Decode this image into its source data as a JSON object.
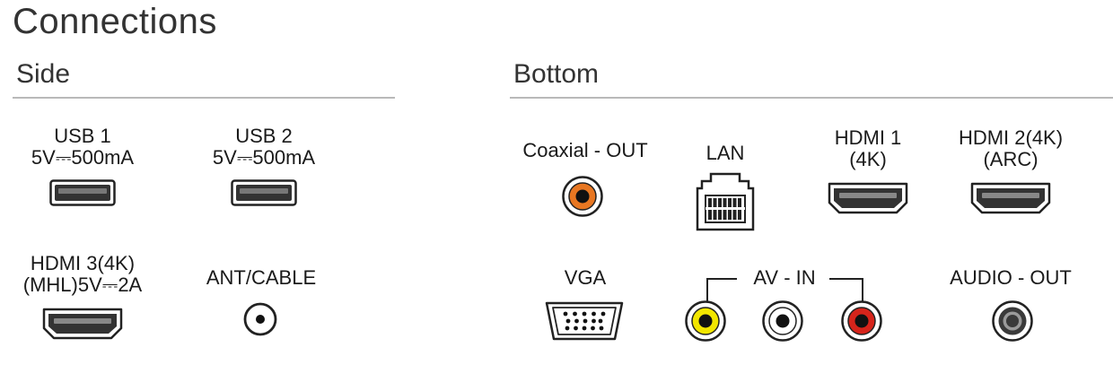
{
  "title": "Connections",
  "sections": {
    "side": "Side",
    "bottom": "Bottom"
  },
  "ports": {
    "usb1": {
      "name": "USB 1",
      "spec": "5V⎓500mA"
    },
    "usb2": {
      "name": "USB 2",
      "spec": "5V⎓500mA"
    },
    "hdmi3": {
      "name": "HDMI 3(4K)",
      "spec": "(MHL)5V⎓2A"
    },
    "ant": {
      "name": "ANT/CABLE"
    },
    "coaxial": {
      "name": "Coaxial - OUT"
    },
    "lan": {
      "name": "LAN"
    },
    "hdmi1": {
      "name": "HDMI 1",
      "spec": "(4K)"
    },
    "hdmi2": {
      "name": "HDMI 2(4K)",
      "spec": "(ARC)"
    },
    "vga": {
      "name": "VGA"
    },
    "avin": {
      "name": "AV - IN"
    },
    "audio": {
      "name": "AUDIO - OUT"
    }
  },
  "colors": {
    "coaxial": "#e87722",
    "video": "#f2e600",
    "audio_left": "#ffffff",
    "audio_right": "#d6241b",
    "rule": "#b9b9b9"
  },
  "icons": {
    "usb": "usb-port-icon",
    "hdmi": "hdmi-port-icon",
    "antenna": "coax-antenna-port-icon",
    "rca": "rca-jack-icon",
    "lan": "ethernet-port-icon",
    "vga": "vga-port-icon",
    "audio": "audio-jack-icon"
  }
}
